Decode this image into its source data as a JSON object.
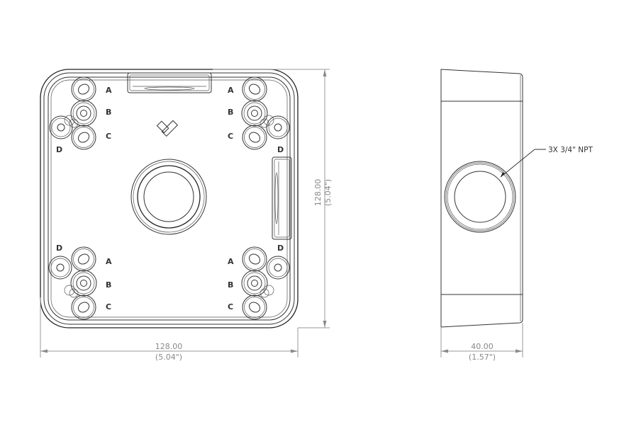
{
  "drawing": {
    "title": "Junction box technical drawing",
    "front_view": {
      "port_labels": {
        "top_left": [
          "A",
          "B",
          "C",
          "D"
        ],
        "top_right": [
          "A",
          "B",
          "C",
          "D"
        ],
        "bottom_left": [
          "D",
          "A",
          "B",
          "C"
        ],
        "bottom_right": [
          "D",
          "A",
          "B",
          "C"
        ]
      },
      "logo_icon": "checkmark-logo-icon"
    },
    "dimensions": {
      "width_mm": "128.00",
      "width_in": "(5.04\")",
      "height_mm": "128.00",
      "height_in": "(5.04\")",
      "depth_mm": "40.00",
      "depth_in": "(1.57\")"
    },
    "side_view": {
      "callout": "3X 3/4\" NPT"
    },
    "colors": {
      "line": "#333333",
      "dimension": "#9a9a9a",
      "dimension_text": "#888888",
      "background": "#ffffff"
    }
  }
}
